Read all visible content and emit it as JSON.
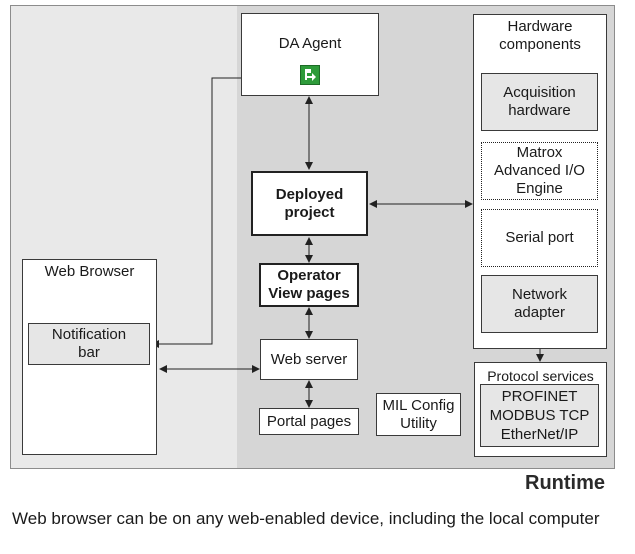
{
  "nodes": {
    "da_agent": "DA Agent",
    "hardware_components": "Hardware components",
    "acquisition_hardware": "Acquisition hardware",
    "matrox_engine": "Matrox Advanced I/O Engine",
    "serial_port": "Serial port",
    "network_adapter": "Network adapter",
    "deployed_project": "Deployed project",
    "operator_view_pages": "Operator View pages",
    "web_browser": "Web Browser",
    "notification_bar": "Notification bar",
    "web_server": "Web server",
    "portal_pages": "Portal pages",
    "mil_config_utility": "MIL Config Utility",
    "protocol_services": "Protocol services",
    "protocols": [
      "PROFINET",
      "MODBUS TCP",
      "EtherNet/IP"
    ]
  },
  "region_label": "Runtime",
  "caption": "Web browser can be on any web-enabled device, including the local computer",
  "colors": {
    "outer_bg": "#e9e9e9",
    "runtime_bg": "#d6d6d6",
    "icon_green": "#2e9b3a"
  },
  "icons": {
    "da_agent_icon": "green-agent-icon"
  }
}
